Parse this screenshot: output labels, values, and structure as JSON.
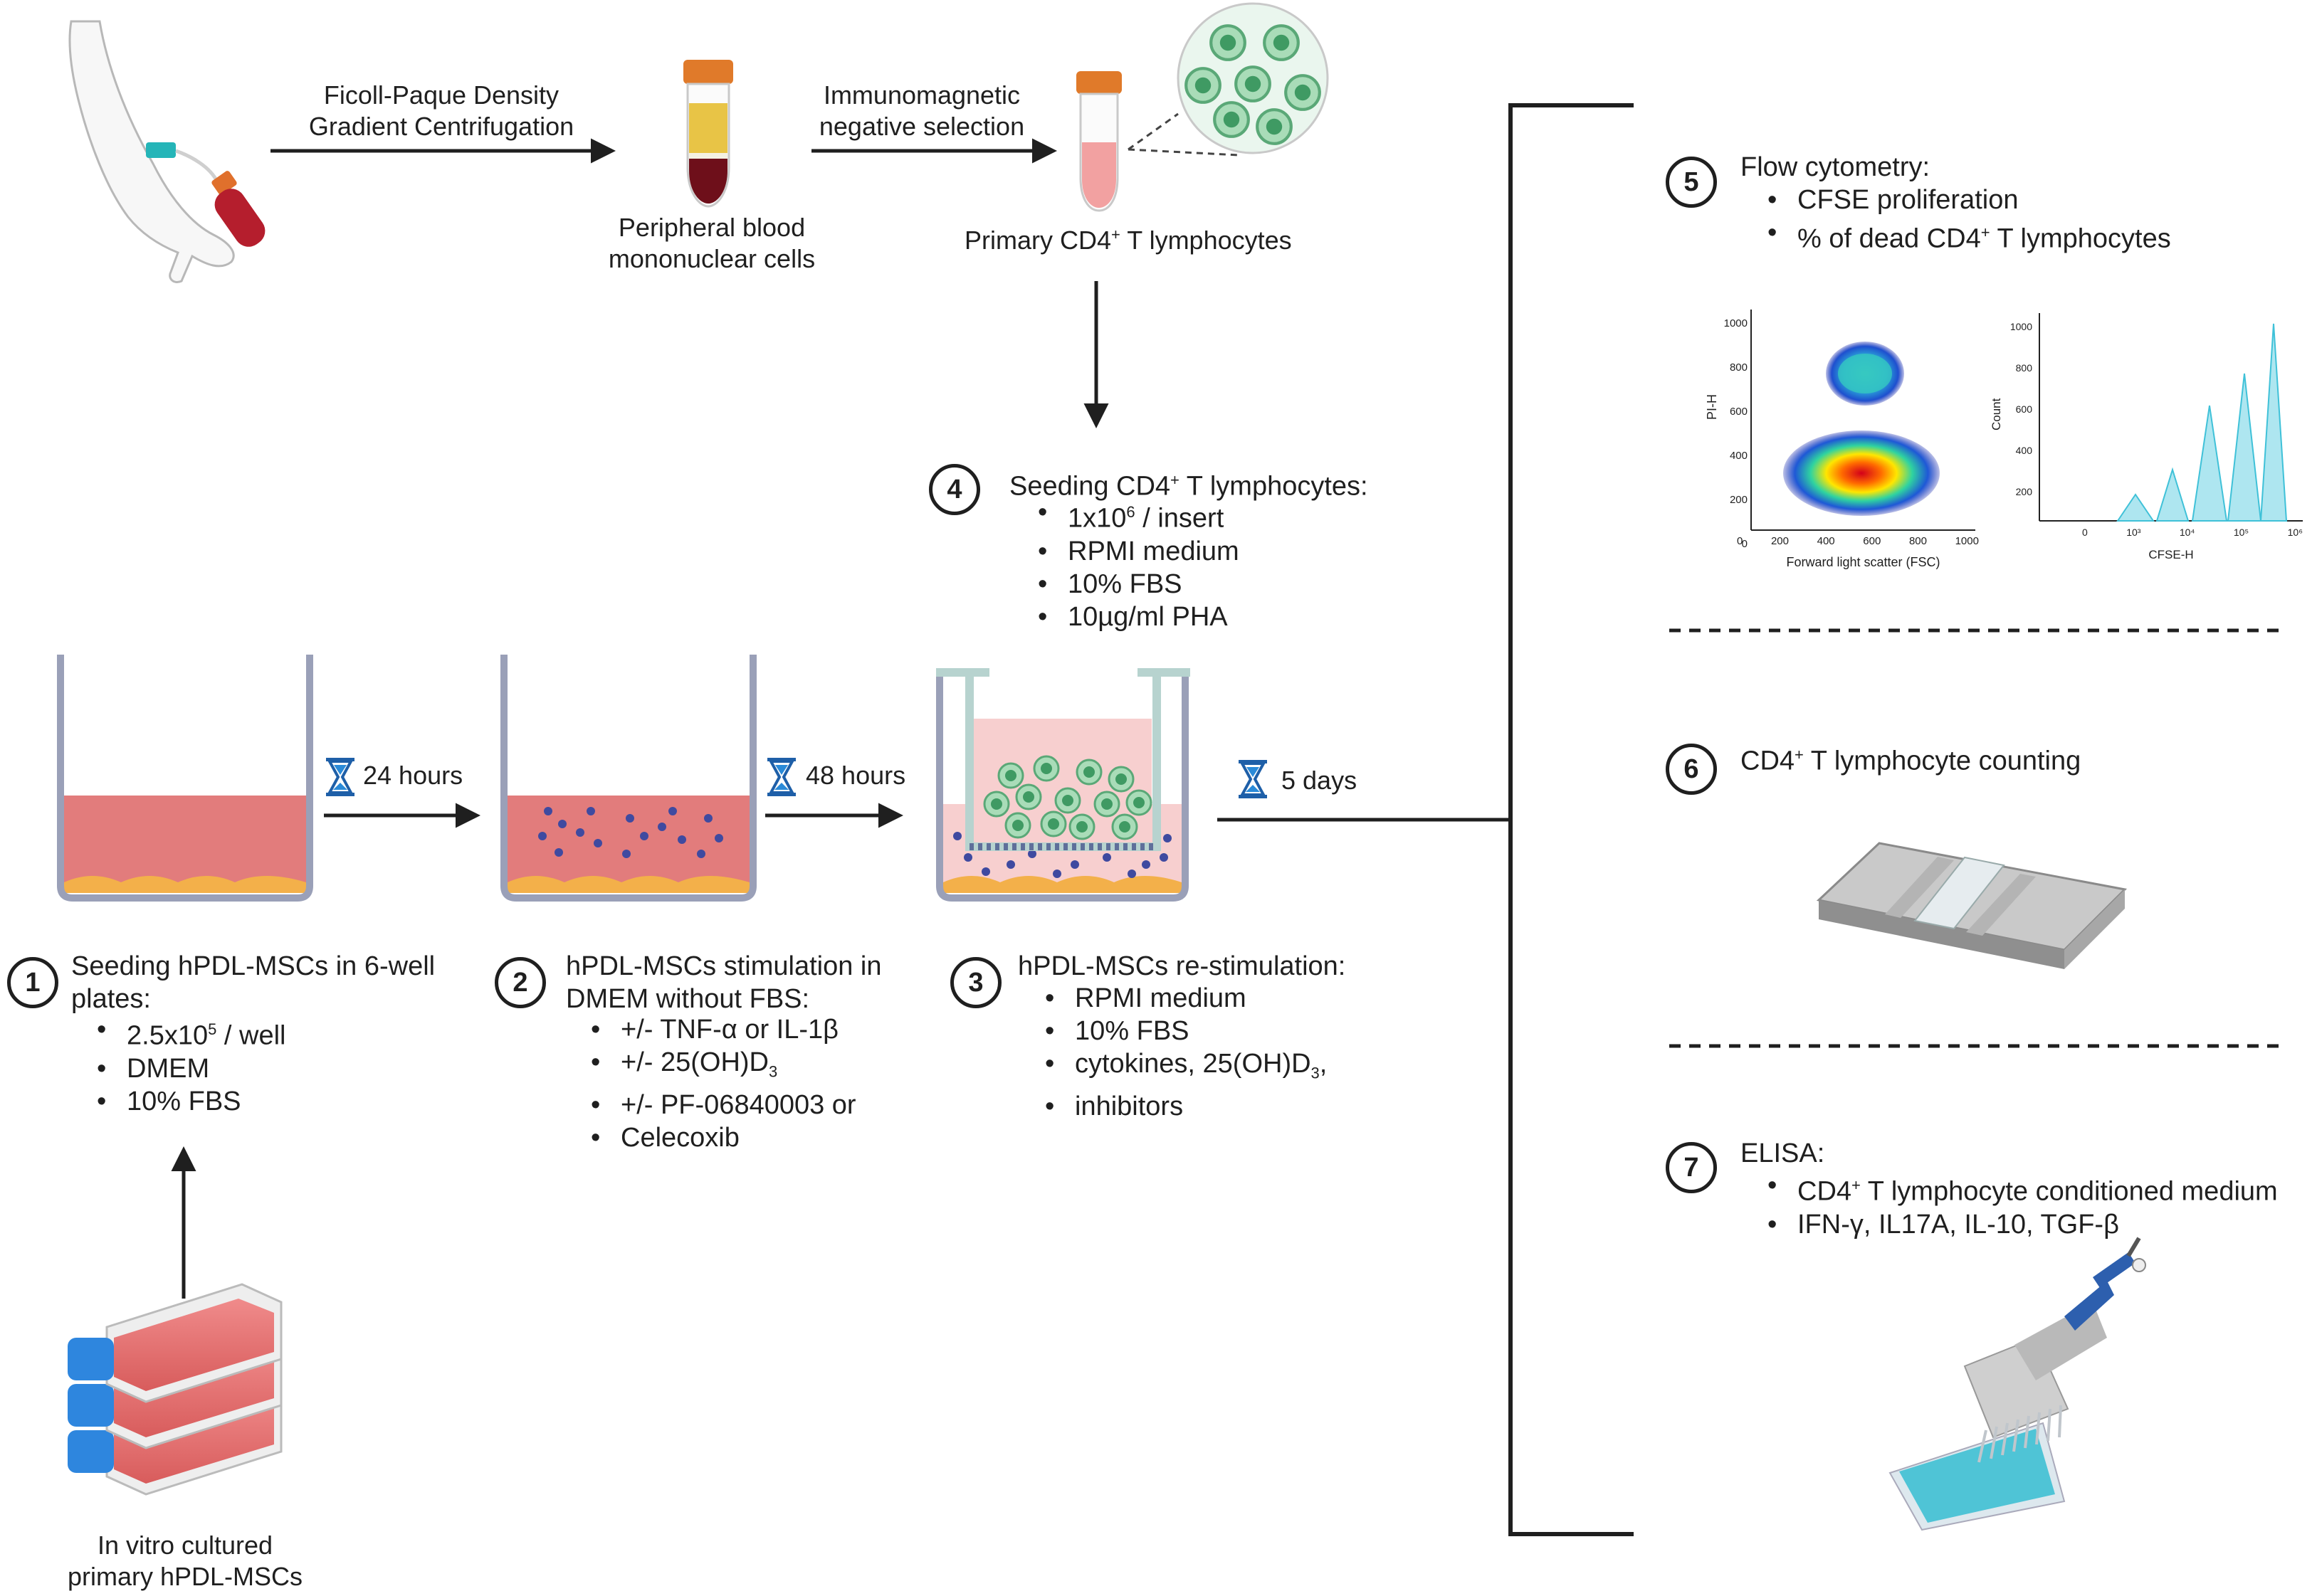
{
  "isolation": {
    "arrow1_label": [
      "Ficoll-Paque Density",
      "Gradient Centrifugation"
    ],
    "pbmc_label": [
      "Peripheral blood",
      "mononuclear cells"
    ],
    "arrow2_label": [
      "Immunomagnetic",
      "negative selection"
    ],
    "cd4_label_prefix": "Primary CD4",
    "cd4_label_sup": "+",
    "cd4_label_suffix": " T lymphocytes"
  },
  "steps": {
    "s1": {
      "num": "1",
      "title": [
        "Seeding hPDL-MSCs in 6-well",
        "plates:"
      ],
      "items": [
        "2.5x10^5 / well",
        "DMEM",
        "10% FBS"
      ]
    },
    "s2": {
      "num": "2",
      "title": [
        "hPDL-MSCs stimulation in",
        "DMEM without FBS:"
      ],
      "items": [
        "+/- TNF-α or IL-1β",
        "+/- 25(OH)D3",
        "+/- PF-06840003 or",
        "Celecoxib"
      ]
    },
    "s3": {
      "num": "3",
      "title": [
        "hPDL-MSCs re-stimulation:"
      ],
      "items": [
        "RPMI medium",
        "10% FBS",
        "cytokines, 25(OH)D3,",
        "inhibitors"
      ]
    },
    "s4": {
      "num": "4",
      "title": [
        "Seeding CD4+ T lymphocytes:"
      ],
      "items": [
        "1x10^6 / insert",
        "RPMI medium",
        "10% FBS",
        "10µg/ml PHA"
      ]
    },
    "s5": {
      "num": "5",
      "title": [
        "Flow cytometry:"
      ],
      "items": [
        "CFSE proliferation",
        "% of dead CD4+ T lymphocytes"
      ]
    },
    "s6": {
      "num": "6",
      "title": [
        "CD4+ T lymphocyte counting"
      ],
      "items": []
    },
    "s7": {
      "num": "7",
      "title": [
        "ELISA:"
      ],
      "items": [
        "CD4+ T lymphocyte conditioned medium",
        "IFN-γ, IL17A, IL-10, TGF-β"
      ]
    }
  },
  "timers": {
    "t1": "24 hours",
    "t2": "48 hours",
    "t3": "5 days"
  },
  "flask_label": [
    "In vitro cultured",
    "primary hPDL-MSCs"
  ],
  "scatter_plot": {
    "ylabel": "PI-H",
    "xlabel": "Forward light scatter (FSC)",
    "yticks": [
      "1000",
      "800",
      "600",
      "400",
      "200",
      "0"
    ],
    "xticks": [
      "0",
      "200",
      "400",
      "600",
      "800",
      "1000"
    ]
  },
  "histogram_plot": {
    "ylabel": "Count",
    "xlabel": "CFSE-H",
    "yticks": [
      "1000",
      "800",
      "600",
      "400",
      "200"
    ],
    "xticks": [
      "0",
      "10³",
      "10⁴",
      "10⁵",
      "10⁶"
    ]
  },
  "colors": {
    "accent": "#2a8ad8",
    "medium": "#e27c7c",
    "cell_green": "#86c99a",
    "flask_blue": "#2e86de"
  }
}
